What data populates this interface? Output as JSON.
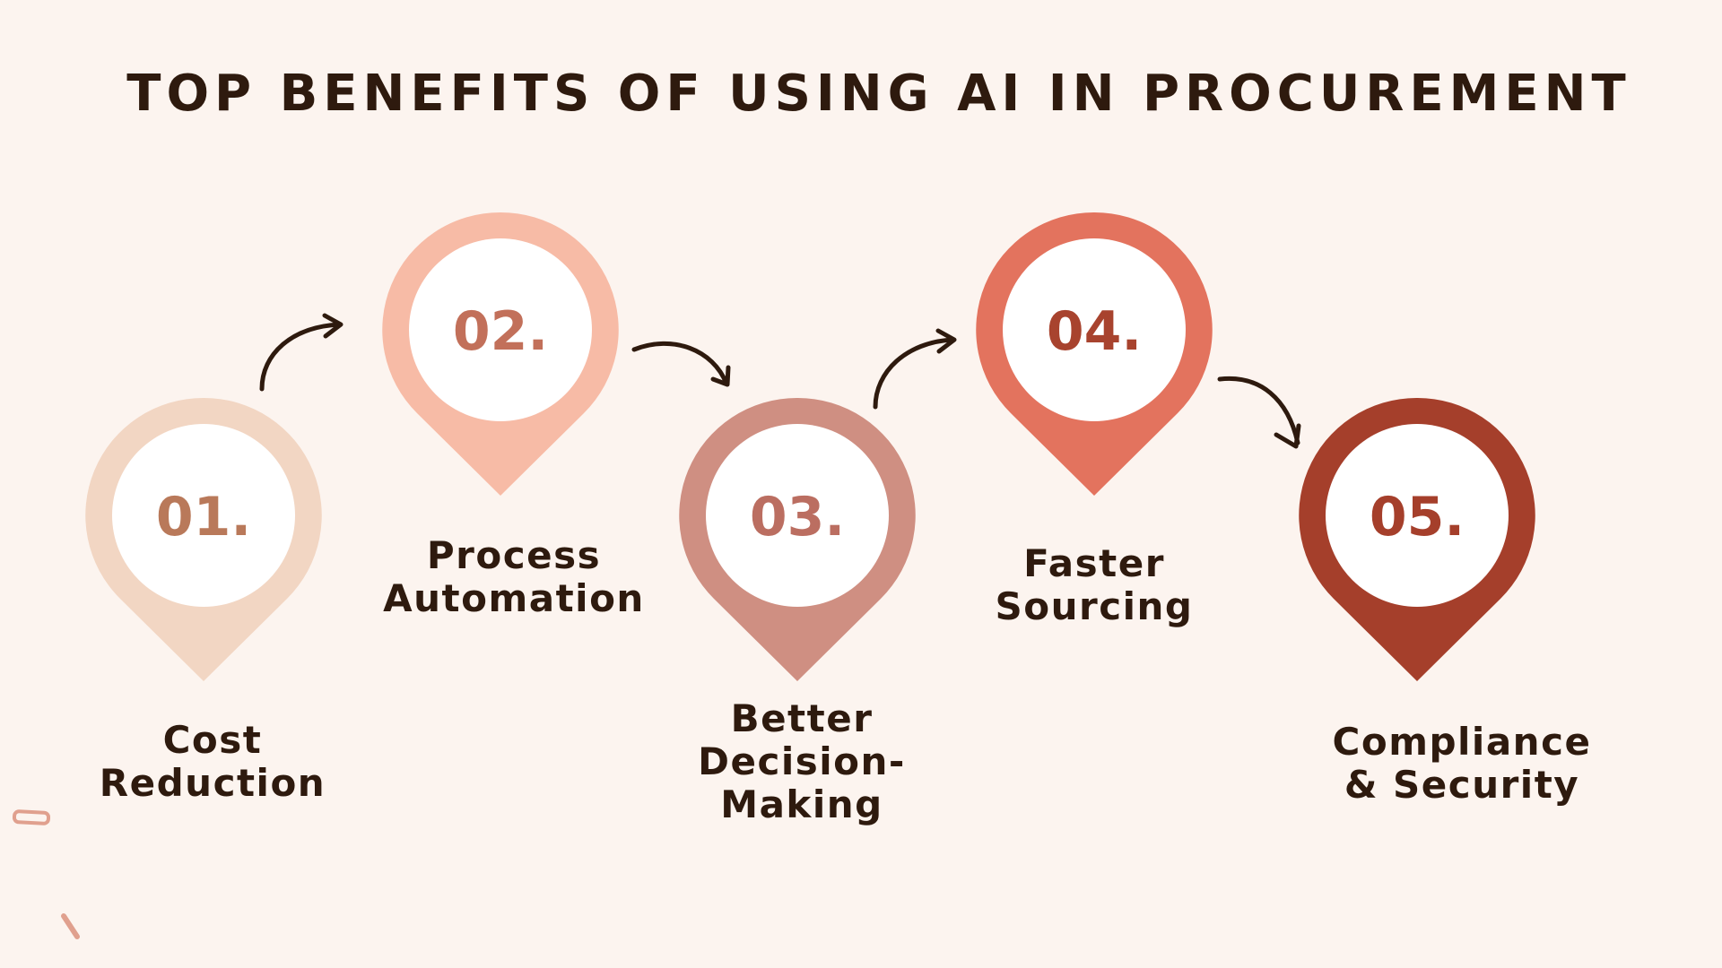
{
  "title": "TOP BENEFITS OF USING AI IN PROCUREMENT",
  "colors": {
    "background": "#fcf4ef",
    "text": "#2e1a0e",
    "pin1": "#f2d6c3",
    "pin2": "#f7bba6",
    "pin3": "#cf8f82",
    "pin4": "#e3735e",
    "pin5": "#a53f2b",
    "num1": "#b9795a",
    "num2": "#c2705a",
    "num3": "#bb6e61",
    "num4": "#a8432e",
    "num5": "#a53f2b"
  },
  "steps": [
    {
      "number": "01.",
      "label_line1": "Cost",
      "label_line2": "Reduction",
      "label_line3": ""
    },
    {
      "number": "02.",
      "label_line1": "Process",
      "label_line2": "Automation",
      "label_line3": ""
    },
    {
      "number": "03.",
      "label_line1": "Better",
      "label_line2": "Decision-",
      "label_line3": "Making"
    },
    {
      "number": "04.",
      "label_line1": "Faster",
      "label_line2": "Sourcing",
      "label_line3": ""
    },
    {
      "number": "05.",
      "label_line1": "Compliance",
      "label_line2": "& Security",
      "label_line3": ""
    }
  ],
  "arrows": [
    "curved-arrow-up-right",
    "curved-arrow-down-right",
    "curved-arrow-up-right",
    "curved-arrow-down-right"
  ]
}
